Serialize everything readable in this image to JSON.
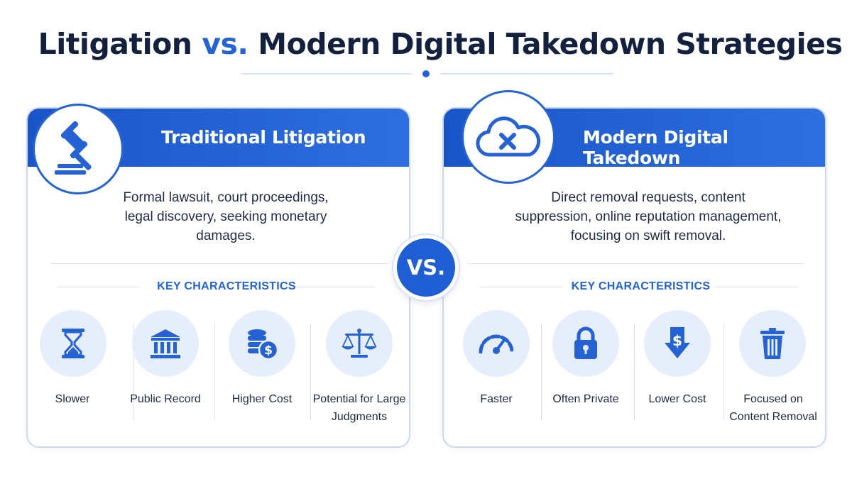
{
  "title": {
    "part1": "Litigation",
    "vs": "vs.",
    "part2": "Modern Digital Takedown Strategies"
  },
  "vs_badge": "VS.",
  "left": {
    "heading": "Traditional Litigation",
    "icon": "gavel-icon",
    "description": "Formal lawsuit, court proceedings, legal discovery, seeking monetary damages.",
    "section_label": "KEY CHARACTERISTICS",
    "characteristics": [
      {
        "label": "Slower",
        "icon": "hourglass-icon"
      },
      {
        "label": "Public Record",
        "icon": "courthouse-icon"
      },
      {
        "label": "Higher Cost",
        "icon": "coins-dollar-icon"
      },
      {
        "label": "Potential for Large Judgments",
        "icon": "scales-icon"
      }
    ]
  },
  "right": {
    "heading": "Modern Digital Takedown",
    "icon": "cloud-x-icon",
    "description": "Direct removal requests, content suppression, online reputation management, focusing on swift removal.",
    "section_label": "KEY CHARACTERISTICS",
    "characteristics": [
      {
        "label": "Faster",
        "icon": "speedometer-icon"
      },
      {
        "label": "Often Private",
        "icon": "padlock-icon"
      },
      {
        "label": "Lower Cost",
        "icon": "dollar-down-arrow-icon"
      },
      {
        "label": "Focused on Content Removal",
        "icon": "trash-icon"
      }
    ]
  },
  "colors": {
    "accent": "#2563d4",
    "header": "#1a55c7",
    "title": "#13213f",
    "icon_bg": "#e6eefb"
  }
}
